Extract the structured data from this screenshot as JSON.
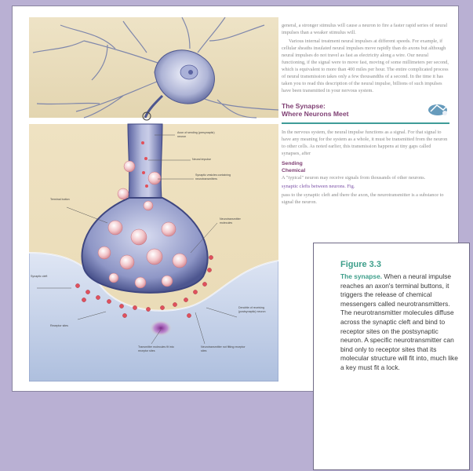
{
  "illustration": {
    "labels": [
      "Axon of sending (presynaptic) neuron",
      "Neural impulse",
      "Synaptic vesicles containing neurotransmitters",
      "Terminal button",
      "Neurotransmitter molecules",
      "Synaptic cleft",
      "Receptor sites",
      "Dendrite of receiving (postsynaptic) neuron",
      "Transmitter molecules fit into receptor sites",
      "Neurotransmitter not fitting receptor sites"
    ]
  },
  "text_column": {
    "paragraphs": [
      "general, a stronger stimulus will cause a neuron to fire a faster rapid series of neural impulses than a weaker stimulus will.",
      "Various internal treatment neural impulses at different speeds. For example, if cellular sheaths insulated neural impulses move rapidly than do axons but although neural impulses do not travel as fast as electricity along a wire. Our neural functioning, if the signal were to move fast, moving of some millimeters per second, which is equivalent to more than 400 miles per hour. The entire complicated process of neural transmission takes only a few thousandths of a second. In the time it has taken you to read this description of the neural impulse, billions of such impulses have been transmitted in your nervous system."
    ],
    "section_title_line1": "The Synapse:",
    "section_title_line2": "Where Neurons Meet",
    "section_paragraph": "In the nervous system, the neural impulse functions as a signal. For that signal to have any meaning for the system as a whole, it must be transmitted from the neuron to other cells. As noted earlier, this transmission happens at tiny gaps called synapses, after",
    "sub_head_line1": "Sending",
    "sub_head_line2": "Chemical",
    "sub_paragraph_1": "A \"typical\" neuron may receive signals from thousands of other neurons.",
    "sub_highlight": "synaptic clefts between neurons. Fig.",
    "sub_paragraph_2": "pass to the synaptic cleft and there the axon, the neurotransmitter is a substance to signal the neuron."
  },
  "callout": {
    "title": "Figure 3.3",
    "lead": "The synapse.",
    "body": "When a neural impulse reaches an axon's terminal buttons, it triggers the release of chemical messengers called neurotransmitters. The neurotransmitter molecules diffuse across the synaptic cleft and bind to receptor sites on the postsynaptic neuron. A specific neurotransmitter can bind only to receptor sites that its molecular structure will fit into, much like a key must fit a lock."
  }
}
